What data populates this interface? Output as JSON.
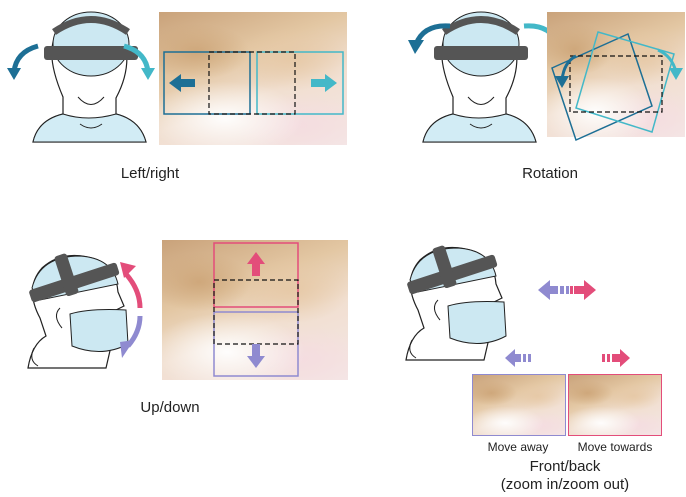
{
  "panels": {
    "left_right": {
      "caption": "Left/right"
    },
    "rotation": {
      "caption": "Rotation"
    },
    "up_down": {
      "caption": "Up/down"
    },
    "front_back": {
      "caption_line1": "Front/back",
      "caption_line2": "(zoom in/zoom out)",
      "move_away": "Move away",
      "move_towards": "Move towards"
    }
  },
  "colors": {
    "dark_blue": "#1d6f95",
    "cyan": "#43b8c8",
    "pink": "#e34d7a",
    "lavender": "#8f8ad0",
    "head_fill": "#cce8f2",
    "band": "#555555"
  }
}
